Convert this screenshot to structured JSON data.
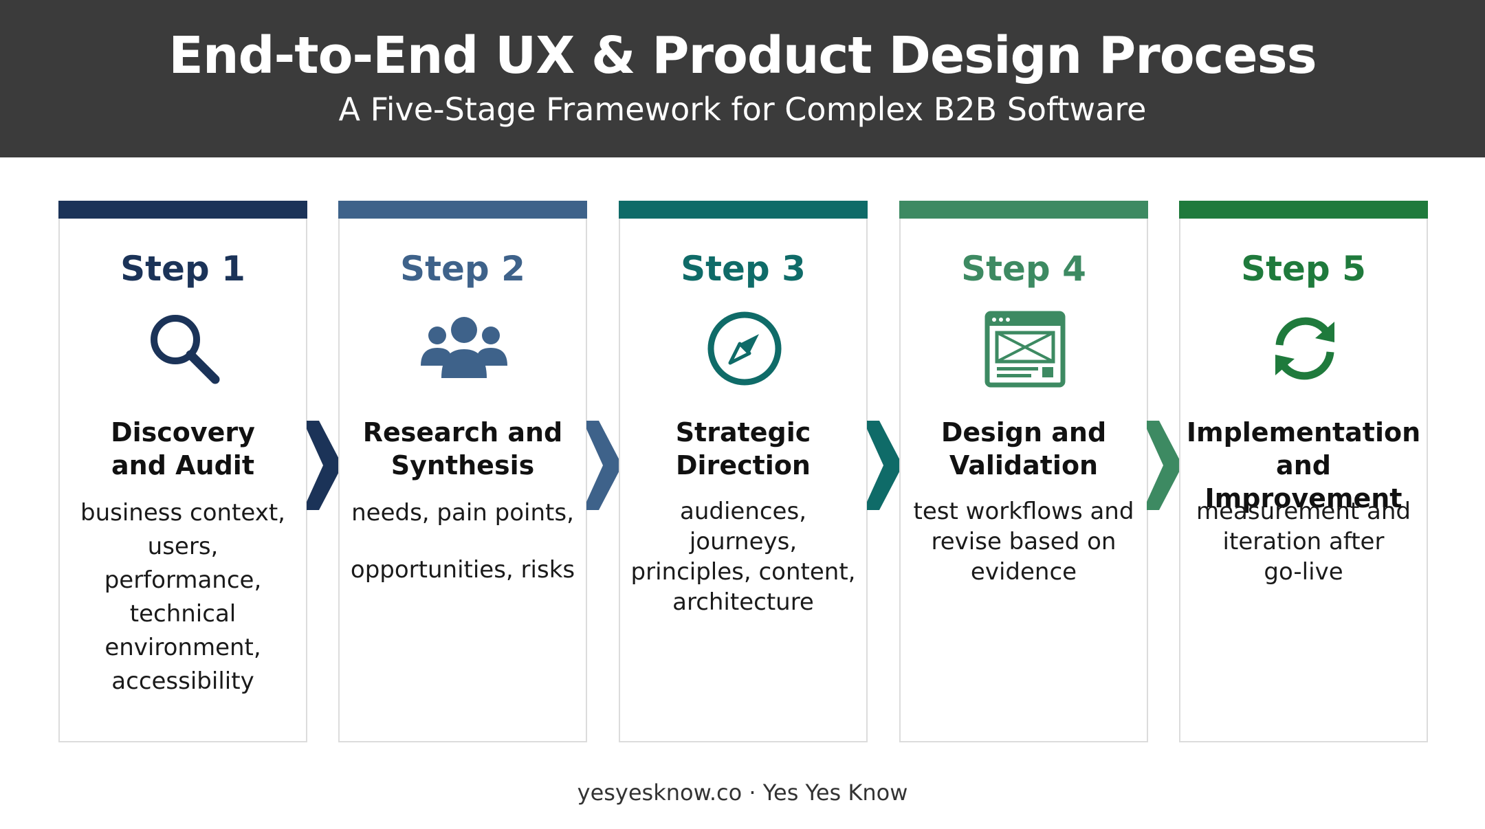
{
  "header": {
    "title": "End-to-End UX & Product Design Process",
    "subtitle": "A Five-Stage Framework for Complex B2B Software"
  },
  "steps": [
    {
      "label": "Step 1",
      "icon": "magnifier-icon",
      "name_lines": [
        "Discovery",
        "and Audit"
      ],
      "desc_lines": [
        "business context,",
        "users, performance,",
        "technical",
        "environment,",
        "accessibility"
      ],
      "color": "#1b3358"
    },
    {
      "label": "Step 2",
      "icon": "people-group-icon",
      "name_lines": [
        "Research and",
        "Synthesis"
      ],
      "desc_lines": [
        "needs, pain points,",
        "opportunities, risks"
      ],
      "color": "#3e628a"
    },
    {
      "label": "Step 3",
      "icon": "compass-icon",
      "name_lines": [
        "Strategic",
        "Direction"
      ],
      "desc_lines": [
        "audiences,",
        "journeys,",
        "principles, content,",
        "architecture"
      ],
      "color": "#0f6b68"
    },
    {
      "label": "Step 4",
      "icon": "browser-window-icon",
      "name_lines": [
        "Design and",
        "Validation"
      ],
      "desc_lines": [
        "test workflows and",
        "revise based on",
        "evidence"
      ],
      "color": "#3d8a62"
    },
    {
      "label": "Step 5",
      "icon": "refresh-cycle-icon",
      "name_lines": [
        "Implementation",
        "and Improvement"
      ],
      "desc_lines": [
        "measurement and",
        "iteration after",
        "go-live"
      ],
      "color": "#1f7a3c"
    }
  ],
  "footer": {
    "credit": "yesyesknow.co · Yes Yes Know"
  }
}
